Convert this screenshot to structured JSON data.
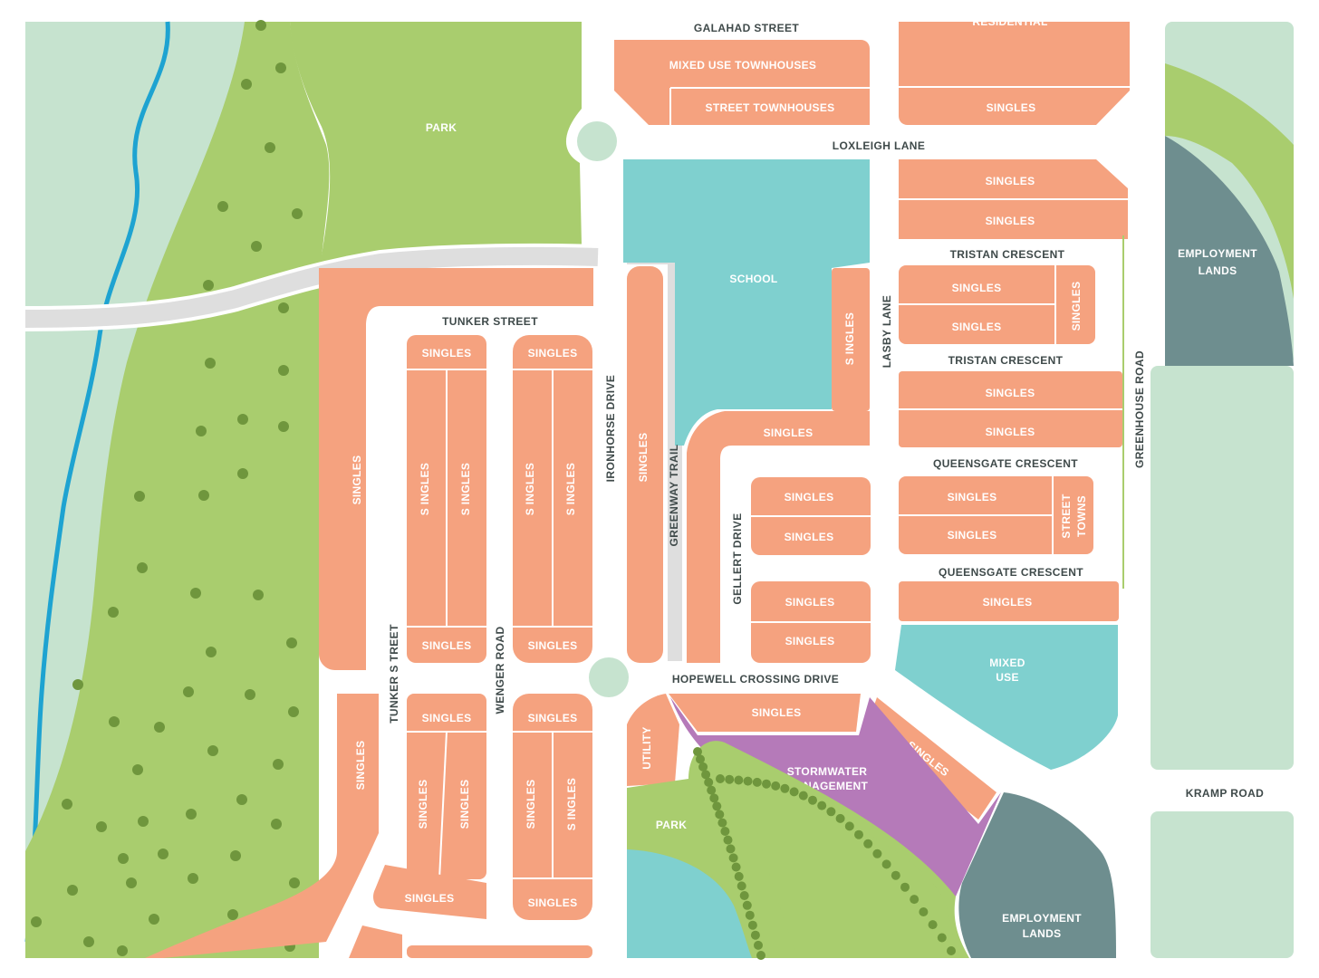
{
  "colors": {
    "residential": "#f5a27f",
    "park": "#a9cd6e",
    "school": "#7fd0cf",
    "stormwater": "#b57ab9",
    "employment": "#6e8e8f",
    "open_space": "#c6e3cf",
    "river": "#1ea3d1",
    "road": "#ffffff",
    "trail": "#dedede",
    "tree": "#6f963d"
  },
  "roads": {
    "galahad": "GALAHAD STREET",
    "loxleigh": "LOXLEIGH LANE",
    "tristan_1": "TRISTAN CRESCENT",
    "tristan_2": "TRISTAN CRESCENT",
    "tunker": "TUNKER STREET",
    "ironhorse": "IRONHORSE DRIVE",
    "greenway": "GREENWAY TRAIL",
    "lasby": "LASBY LANE",
    "greenhouse": "GREENHOUSE ROAD",
    "queensgate_1": "QUEENSGATE CRESCENT",
    "queensgate_2": "QUEENSGATE CRESCENT",
    "gellert": "GELLERT DRIVE",
    "hopewell": "HOPEWELL CROSSING DRIVE",
    "tunkers_v": "TUNKER S TREET",
    "wenger": "WENGER ROAD",
    "kramp": "KRAMP ROAD"
  },
  "areas": {
    "park_top": "PARK",
    "park_bottom": "PARK",
    "school": "SCHOOL",
    "mixed_use_1": "MIXED",
    "mixed_use_2": "USE",
    "stormwater_1": "STORMWATER",
    "stormwater_2": "MANAGEMENT",
    "employment_top_1": "EMPLOYMENT",
    "employment_top_2": "LANDS",
    "employment_bottom_1": "EMPLOYMENT",
    "employment_bottom_2": "LANDS",
    "utility": "UTILITY",
    "residential_cut": "RESIDENTIAL",
    "mixed_use_townhouses": "MIXED USE TOWNHOUSES",
    "street_townhouses": "STREET TOWNHOUSES",
    "street_towns_1": "STREET",
    "street_towns_2": "TOWNS"
  },
  "lots": {
    "singles": "SINGLES",
    "singles_spaced": "S INGLES"
  }
}
